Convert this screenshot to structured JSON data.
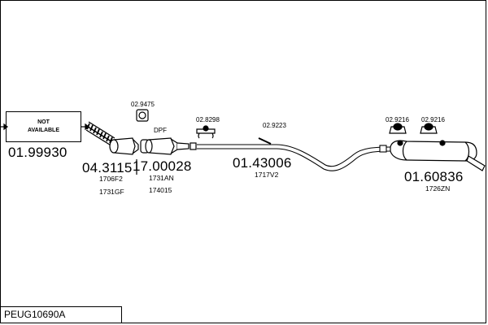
{
  "not_available": {
    "line1": "NOT",
    "line2": "AVAILABLE"
  },
  "diagram_code": "PEUG10690A",
  "parts": {
    "front_pipe_number": "01.99930",
    "catalyst_number": "04.3115",
    "catalyst_refs": [
      "1706F2",
      "1731GF"
    ],
    "dpf_number": "17.00028",
    "dpf_label": "DPF",
    "dpf_refs": [
      "1731AN",
      "174015"
    ],
    "mid_pipe_number": "01.43006",
    "mid_pipe_ref": "1717V2",
    "rear_silencer_number": "01.60836",
    "rear_silencer_ref": "1726ZN"
  },
  "accessories": {
    "clamp_a": "02.9475",
    "clamp_b": "02.8298",
    "hanger_a": "02.9223",
    "hanger_b": "02.9216",
    "hanger_c": "02.9216"
  }
}
